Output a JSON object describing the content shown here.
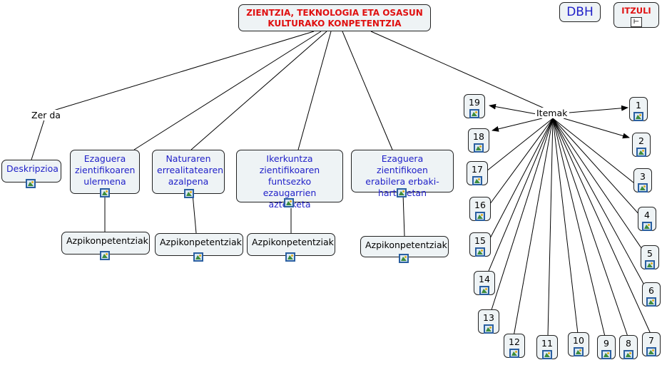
{
  "title": "ZIENTZIA, TEKNOLOGIA ETA OSASUN KULTURAKO KONPETENTZIA",
  "dbh_label": "DBH",
  "itzuli_label": "ITZULI",
  "zer_da_label": "Zer da",
  "itemak_label": "Itemak",
  "concepts": [
    {
      "label": "Deskripzioa"
    },
    {
      "label": "Ezaguera zientifikoaren ulermena"
    },
    {
      "label": "Naturaren errealitatearen azalpena"
    },
    {
      "label": "Ikerkuntza zientifikoaren funtsezko ezaugarrien azterketa"
    },
    {
      "label": "Ezaguera zientifikoen erabilera erbaki-hartzeetan"
    }
  ],
  "sub_label": "Azpikonpetentziak",
  "items": [
    "1",
    "2",
    "3",
    "4",
    "5",
    "6",
    "7",
    "8",
    "9",
    "10",
    "11",
    "12",
    "13",
    "14",
    "15",
    "16",
    "17",
    "18",
    "19"
  ],
  "icon": "image-icon"
}
